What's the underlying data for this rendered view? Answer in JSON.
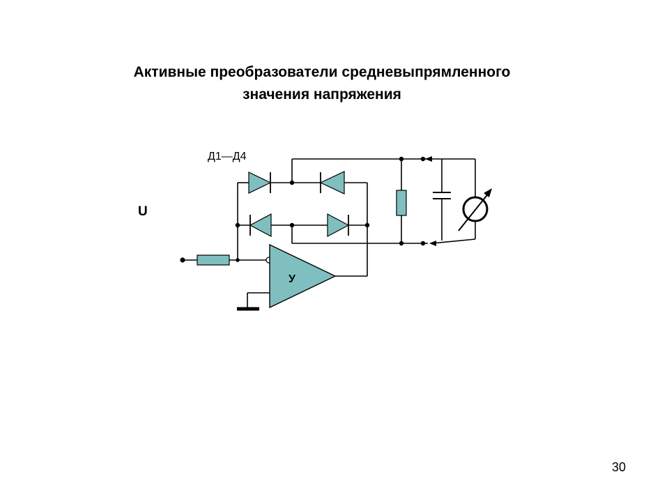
{
  "slide": {
    "title_line1": "Активные преобразователи средневыпрямленного",
    "title_line2": "значения напряжения",
    "page_number": "30"
  },
  "circuit": {
    "input_label": "U",
    "diodes_label": "Д1—Д4",
    "amplifier_label": "У",
    "colors": {
      "component_fill": "#7fbfbf",
      "wire": "#000000"
    }
  }
}
